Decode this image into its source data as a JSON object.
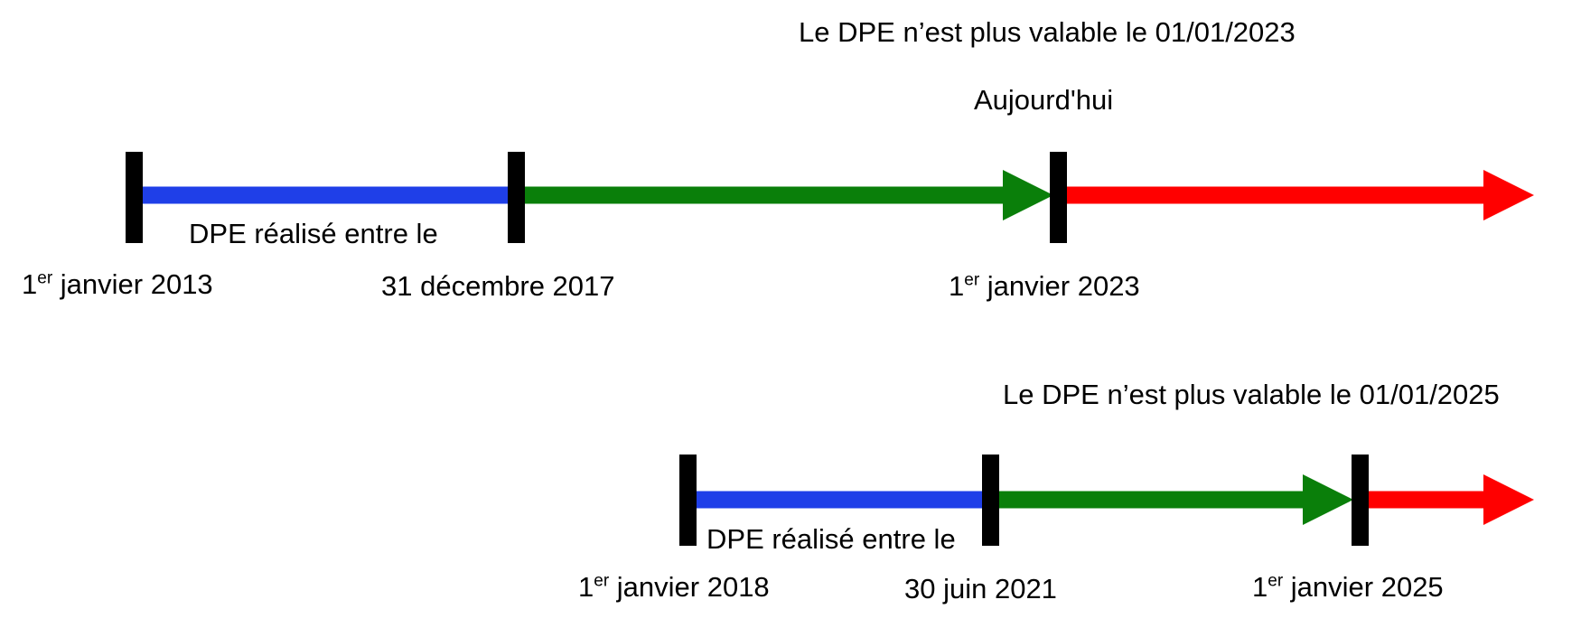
{
  "timelines": [
    {
      "id": "top",
      "validity_note": "Le DPE n’est plus valable le 01/01/2023",
      "today_label": "Aujourd'hui",
      "period_label": "DPE réalisé entre le",
      "start_date": {
        "ordinal": "1",
        "superscript": "er",
        "text": "janvier 2013"
      },
      "end_date": "31 décembre 2017",
      "expiry_date": {
        "ordinal": "1",
        "superscript": "er",
        "text": "janvier 2023"
      }
    },
    {
      "id": "bottom",
      "validity_note": "Le DPE n’est plus valable le 01/01/2025",
      "period_label": "DPE réalisé entre le",
      "start_date": {
        "ordinal": "1",
        "superscript": "er",
        "text": "janvier 2018"
      },
      "end_date": "30 juin 2021",
      "expiry_date": {
        "ordinal": "1",
        "superscript": "er",
        "text": "janvier 2025"
      }
    }
  ],
  "colors": {
    "realization_period": "#1f3fe8",
    "valid_period": "#0a7f0a",
    "expired_period": "#ff0000",
    "markers": "#000000"
  }
}
